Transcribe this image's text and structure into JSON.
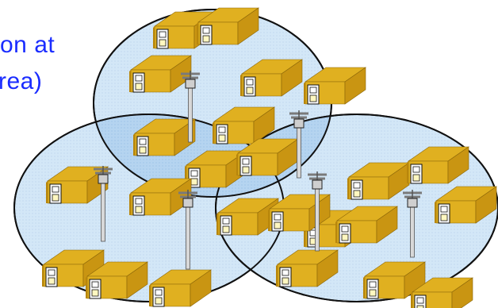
{
  "caption": {
    "line1": "on at",
    "line2": "rea)"
  },
  "colors": {
    "text": "#1a2cff",
    "cell_fill": "#cfe4f6",
    "cell_stroke": "#111111",
    "house_roof": "#e0b020",
    "house_roof_dark": "#b8860b",
    "house_wall": "#c99512",
    "door": "#fff7c0",
    "pole": "#d8d8d8",
    "antenna": "#7a7a7a"
  },
  "diagram": {
    "cells": [
      {
        "name": "cell-top",
        "base_station": "antenna-tower-top"
      },
      {
        "name": "cell-left",
        "base_station": "antenna-tower-left"
      },
      {
        "name": "cell-right",
        "base_station": "antenna-tower-right"
      }
    ],
    "icons": [
      "house-icon",
      "antenna-tower-icon"
    ]
  }
}
